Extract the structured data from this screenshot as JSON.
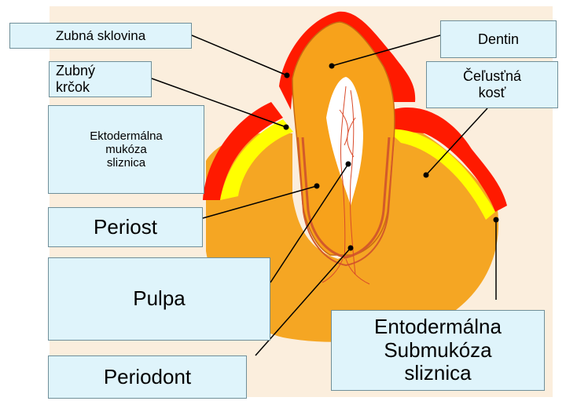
{
  "labels": {
    "zubna_sklovina": "Zubná sklovina",
    "dentin": "Dentin",
    "zubny_krcok": [
      "Zubný",
      "krčok"
    ],
    "celustna_kost": [
      "Čeľusťná",
      "kosť"
    ],
    "ektodermalna": [
      "Ektodermálna",
      "mukóza",
      "sliznica"
    ],
    "periost": "Periost",
    "pulpa": "Pulpa",
    "periodont": "Periodont",
    "entodermalna": [
      "Entodermálna",
      "Submukóza",
      "sliznica"
    ]
  },
  "colors": {
    "background_band": "#fbeedd",
    "enamel_red": "#ff1a00",
    "mucosa_yellow": "#ffff00",
    "dentin_orange": "#f7a21b",
    "jaw_orange": "#f5a623",
    "pulp_white": "#ffffff",
    "vessel_red": "#d94a2a",
    "label_fill": "#dff4fb",
    "leader_line": "#000000"
  }
}
